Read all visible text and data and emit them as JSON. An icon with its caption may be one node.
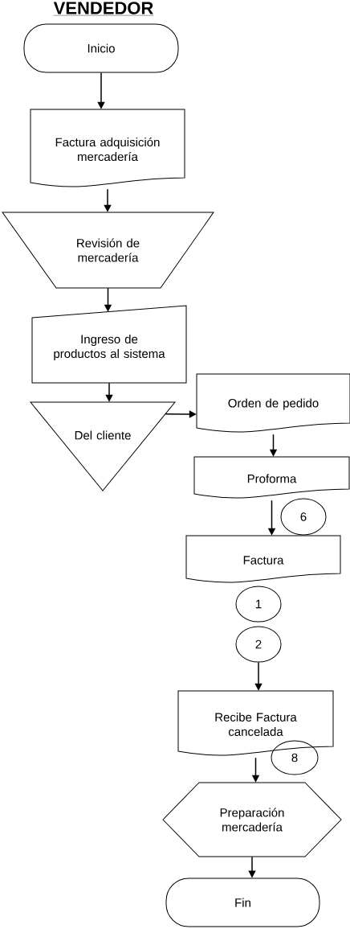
{
  "diagram": {
    "title": "VENDEDOR",
    "nodes": [
      {
        "text": [
          "Inicio"
        ]
      },
      {
        "text": [
          "Factura adquisición mercadería"
        ]
      },
      {
        "text": [
          "Revisión de mercadería"
        ]
      },
      {
        "text": [
          "Ingreso de productos al sistema"
        ]
      },
      {
        "text": [
          "Del cliente"
        ]
      },
      {
        "text": [
          "Orden de pedido"
        ]
      },
      {
        "text": [
          "Proforma"
        ]
      },
      {
        "text": [
          "6"
        ]
      },
      {
        "text": [
          "Factura"
        ]
      },
      {
        "text": [
          "1"
        ]
      },
      {
        "text": [
          "2"
        ]
      },
      {
        "text": [
          "Recibe Factura cancelada"
        ]
      },
      {
        "text": [
          "8"
        ]
      },
      {
        "text": [
          "Preparación mercadería"
        ]
      },
      {
        "text": [
          "Fin"
        ]
      }
    ],
    "edges": [
      {
        "from": 0,
        "to": 1,
        "arrow": "to"
      },
      {
        "from": 1,
        "to": 2,
        "arrow": "to"
      },
      {
        "from": 2,
        "to": 3,
        "arrow": "to"
      },
      {
        "from": 3,
        "to": 4,
        "arrow": "to"
      },
      {
        "from": 4,
        "to": 5,
        "arrow": "to"
      },
      {
        "from": 5,
        "to": 6,
        "arrow": "to"
      },
      {
        "from": 6,
        "to": 8,
        "arrow": "to"
      },
      {
        "from": 10,
        "to": 11,
        "arrow": "to"
      },
      {
        "from": 11,
        "to": 13,
        "arrow": "to"
      },
      {
        "from": 13,
        "to": 14,
        "arrow": "to"
      }
    ]
  }
}
